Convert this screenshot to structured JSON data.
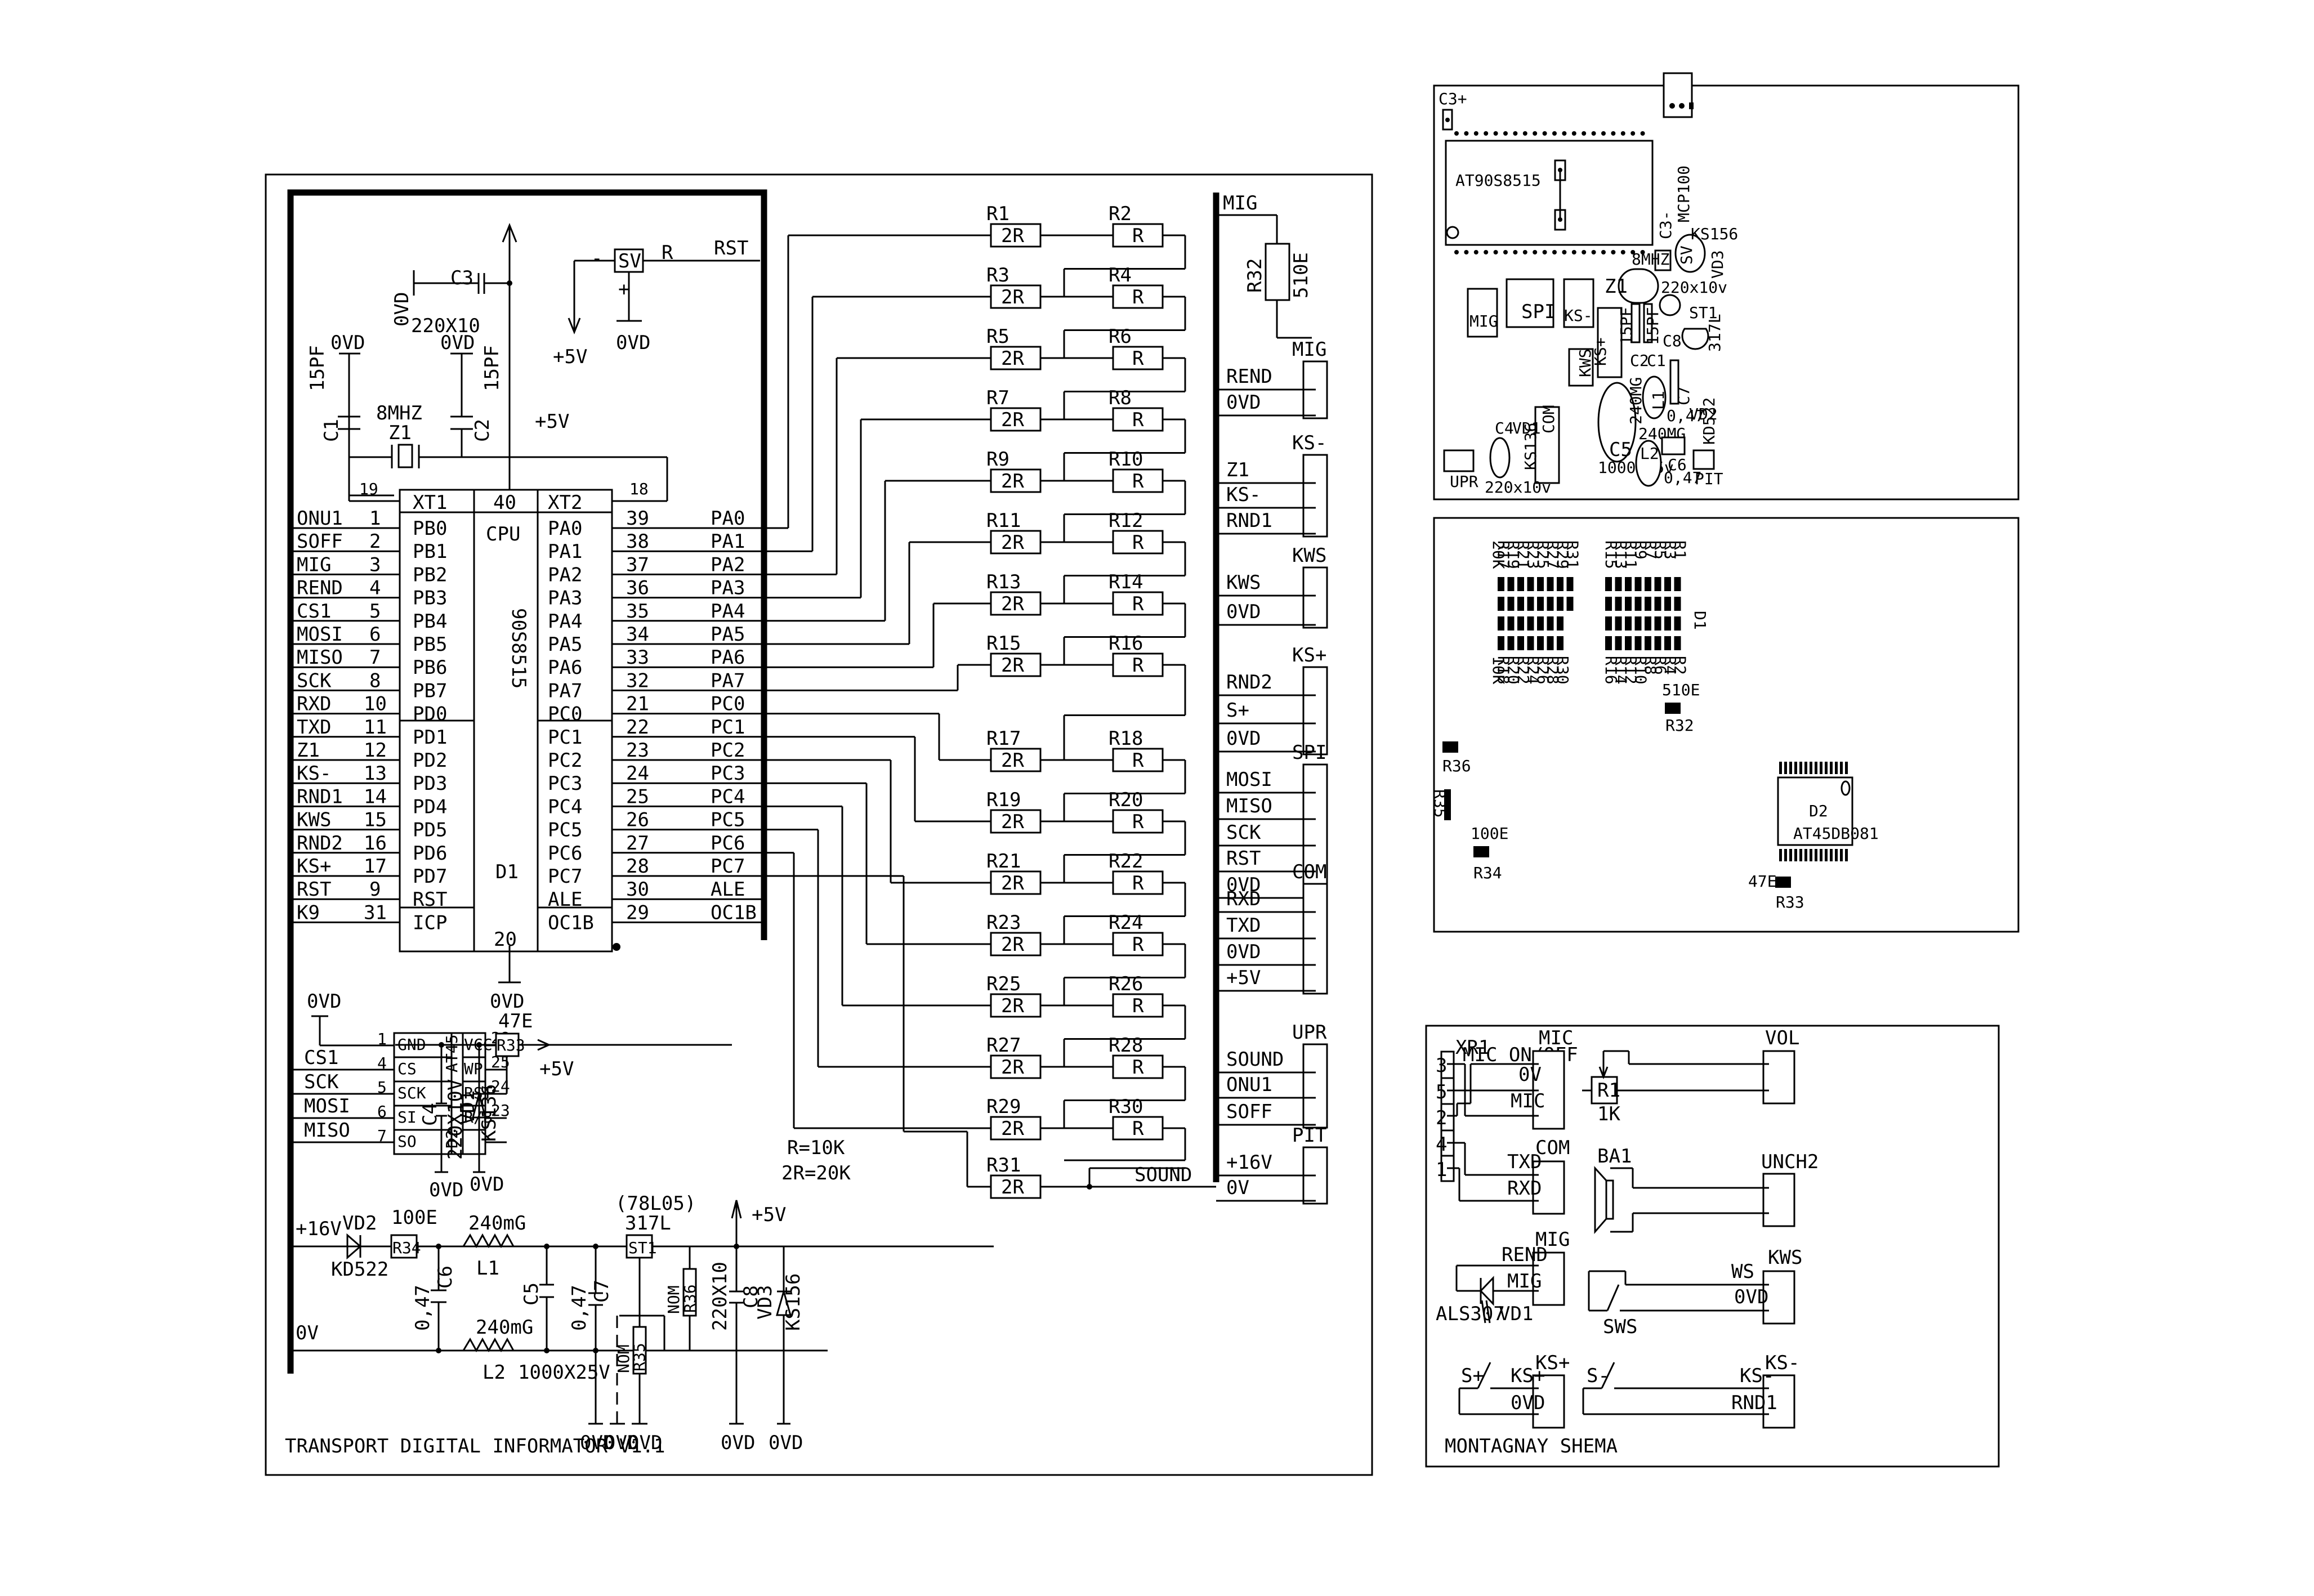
{
  "main": {
    "title": "TRANSPORT DIGITAL INFORMATOR V1.1",
    "cpu": {
      "ref": "D1",
      "label": "CPU",
      "part": "90S8515",
      "top": {
        "xt1": "XT1",
        "vcc_pin": "40",
        "xt2": "XT2",
        "pin19": "19",
        "pin18": "18"
      },
      "gnd_pin": "20",
      "left_pins": [
        {
          "net": "ONU1",
          "num": "1",
          "name": "PB0"
        },
        {
          "net": "SOFF",
          "num": "2",
          "name": "PB1"
        },
        {
          "net": "MIG",
          "num": "3",
          "name": "PB2"
        },
        {
          "net": "REND",
          "num": "4",
          "name": "PB3"
        },
        {
          "net": "CS1",
          "num": "5",
          "name": "PB4"
        },
        {
          "net": "MOSI",
          "num": "6",
          "name": "PB5"
        },
        {
          "net": "MISO",
          "num": "7",
          "name": "PB6"
        },
        {
          "net": "SCK",
          "num": "8",
          "name": "PB7"
        },
        {
          "net": "RXD",
          "num": "10",
          "name": "PD0"
        },
        {
          "net": "TXD",
          "num": "11",
          "name": "PD1"
        },
        {
          "net": "Z1",
          "num": "12",
          "name": "PD2"
        },
        {
          "net": "KS-",
          "num": "13",
          "name": "PD3"
        },
        {
          "net": "RND1",
          "num": "14",
          "name": "PD4"
        },
        {
          "net": "KWS",
          "num": "15",
          "name": "PD5"
        },
        {
          "net": "RND2",
          "num": "16",
          "name": "PD6"
        },
        {
          "net": "KS+",
          "num": "17",
          "name": "PD7"
        },
        {
          "net": "RST",
          "num": "9",
          "name": "RST"
        },
        {
          "net": "K9",
          "num": "31",
          "name": "ICP"
        }
      ],
      "right_pins": [
        {
          "name": "PA0",
          "num": "39",
          "net": "PA0"
        },
        {
          "name": "PA1",
          "num": "38",
          "net": "PA1"
        },
        {
          "name": "PA2",
          "num": "37",
          "net": "PA2"
        },
        {
          "name": "PA3",
          "num": "36",
          "net": "PA3"
        },
        {
          "name": "PA4",
          "num": "35",
          "net": "PA4"
        },
        {
          "name": "PA5",
          "num": "34",
          "net": "PA5"
        },
        {
          "name": "PA6",
          "num": "33",
          "net": "PA6"
        },
        {
          "name": "PA7",
          "num": "32",
          "net": "PA7"
        },
        {
          "name": "PC0",
          "num": "21",
          "net": "PC0"
        },
        {
          "name": "PC1",
          "num": "22",
          "net": "PC1"
        },
        {
          "name": "PC2",
          "num": "23",
          "net": "PC2"
        },
        {
          "name": "PC3",
          "num": "24",
          "net": "PC3"
        },
        {
          "name": "PC4",
          "num": "25",
          "net": "PC4"
        },
        {
          "name": "PC5",
          "num": "26",
          "net": "PC5"
        },
        {
          "name": "PC6",
          "num": "27",
          "net": "PC6"
        },
        {
          "name": "PC7",
          "num": "28",
          "net": "PC7"
        },
        {
          "name": "ALE",
          "num": "30",
          "net": "ALE"
        },
        {
          "name": "OC1B",
          "num": "29",
          "net": "OC1B"
        }
      ]
    },
    "crystal": {
      "ref": "Z1",
      "value": "8MHZ",
      "c1": "C1",
      "c2": "C2",
      "c_value": "15PF",
      "gnd": "0VD",
      "vplus": "+5V"
    },
    "c3": {
      "ref": "C3",
      "value": "220X10",
      "gnd": "0VD"
    },
    "supervisor": {
      "ref": "SV",
      "r_label": "R",
      "minus": "-",
      "plus": "+",
      "net": "RST",
      "gnd": "0VD",
      "vplus": "+5V"
    },
    "ladder": {
      "pairs": [
        {
          "a": "R1",
          "b": "R2"
        },
        {
          "a": "R3",
          "b": "R4"
        },
        {
          "a": "R5",
          "b": "R6"
        },
        {
          "a": "R7",
          "b": "R8"
        },
        {
          "a": "R9",
          "b": "R10"
        },
        {
          "a": "R11",
          "b": "R12"
        },
        {
          "a": "R13",
          "b": "R14"
        },
        {
          "a": "R15",
          "b": "R16"
        },
        {
          "a": "R17",
          "b": "R18"
        },
        {
          "a": "R19",
          "b": "R20"
        },
        {
          "a": "R21",
          "b": "R22"
        },
        {
          "a": "R23",
          "b": "R24"
        },
        {
          "a": "R25",
          "b": "R26"
        },
        {
          "a": "R27",
          "b": "R28"
        },
        {
          "a": "R29",
          "b": "R30"
        }
      ],
      "last": "R31",
      "val_a": "2R",
      "val_b": "R",
      "sound": "SOUND",
      "note1": "R=10K",
      "note2": "2R=20K"
    },
    "r32": {
      "ref": "R32",
      "value": "510E",
      "net": "MIG"
    },
    "connectors": [
      {
        "name": "MIG",
        "pins": [
          "REND",
          "0VD"
        ]
      },
      {
        "name": "KS-",
        "pins": [
          "Z1",
          "KS-",
          "RND1"
        ]
      },
      {
        "name": "KWS",
        "pins": [
          "KWS",
          "0VD"
        ]
      },
      {
        "name": "KS+",
        "pins": [
          "RND2",
          "S+",
          "0VD"
        ]
      },
      {
        "name": "SPI",
        "pins": [
          "MOSI",
          "MISO",
          "SCK",
          "RST",
          "0VD"
        ]
      },
      {
        "name": "COM",
        "pins": [
          "RXD",
          "TXD",
          "0VD",
          "+5V"
        ]
      },
      {
        "name": "UPR",
        "pins": [
          "SOUND",
          "ONU1",
          "SOFF"
        ]
      },
      {
        "name": "PIT",
        "pins": [
          "+16V",
          "0V"
        ]
      }
    ],
    "flash": {
      "ref": "D2",
      "part": "AT45",
      "left": [
        {
          "net": "",
          "num": "1",
          "name": "GND"
        },
        {
          "net": "CS1",
          "num": "4",
          "name": "CS"
        },
        {
          "net": "SCK",
          "num": "5",
          "name": "SCK"
        },
        {
          "net": "MOSI",
          "num": "6",
          "name": "SI"
        },
        {
          "net": "MISO",
          "num": "7",
          "name": "SO"
        }
      ],
      "right": [
        {
          "num": "28",
          "name": "VCC"
        },
        {
          "num": "25",
          "name": "WP"
        },
        {
          "num": "24",
          "name": "RST"
        },
        {
          "num": "23",
          "name": "R/B"
        },
        {
          "num": "",
          "name": ""
        }
      ],
      "gnd": "0VD"
    },
    "c4": {
      "ref": "C4",
      "value": "220X10V",
      "gnd": "0VD"
    },
    "vd1": {
      "ref": "VD1",
      "part": "KS136",
      "gnd": "0VD"
    },
    "r33": {
      "ref": "R33",
      "value": "47E",
      "vplus": "+5V"
    },
    "cpu_gnd": "0VD",
    "power": {
      "in_plus": "+16V",
      "in_zero": "0V",
      "vd2": {
        "ref": "VD2",
        "part": "KD522"
      },
      "r34": {
        "ref": "R34",
        "value": "100E"
      },
      "c6": {
        "ref": "C6",
        "value": "0,47"
      },
      "l1": {
        "ref": "L1",
        "value": "240mG"
      },
      "l2": {
        "ref": "L2",
        "value": "240mG"
      },
      "c5": {
        "ref": "C5",
        "value": "1000X25V"
      },
      "c7": {
        "ref": "C7",
        "value": "0,47"
      },
      "st1": {
        "ref": "ST1",
        "part": "317L",
        "alt": "(78L05)"
      },
      "r35": {
        "ref": "R35",
        "value": "NOM"
      },
      "r36": {
        "ref": "R36",
        "value": "NOM"
      },
      "c8": {
        "ref": "C8",
        "value": "220X10"
      },
      "vd3": {
        "ref": "VD3",
        "part": "KS156"
      },
      "vplus": "+5V",
      "gnds": [
        "0VD",
        "0VD",
        "0VD",
        "0VD",
        "0VD"
      ]
    }
  },
  "pcb_top": {
    "c3plus": "C3+",
    "chip": "AT90S8515",
    "c3minus": "C3-",
    "sv": "SV",
    "mcp": "MCP100",
    "ks156": "KS156",
    "vd3": "VD3",
    "z1": "Z1",
    "mhz": "8MHZ",
    "c8val": "220x10v",
    "mig": "MIG",
    "spi": "SPI",
    "ks_minus": "KS-",
    "ks_plus": "KS+",
    "kws": "KWS",
    "c1": "C1",
    "c2": "C2",
    "pf": "15PF",
    "c8": "C8",
    "st1": "ST1",
    "l317": "317L",
    "com": "COM",
    "c5": "C5",
    "c5val": "1000x25v",
    "l1": "L1",
    "l2": "L2",
    "mg": "240MG",
    "c7": "C7",
    "c6": "C6",
    "c47": "0,47",
    "vd2": "VD2",
    "kd522": "KD522",
    "pit": "PIT",
    "upr": "UPR",
    "c4": "C4",
    "c4val": "220x10v",
    "vd1": "VD1",
    "ks136": "KS136"
  },
  "pcb_bottom": {
    "top_row_left": [
      "R17",
      "R19",
      "R21",
      "R23",
      "R25",
      "R27",
      "R29",
      "R31"
    ],
    "bot_row_left": [
      "R18",
      "R20",
      "R22",
      "R24",
      "R26",
      "R28",
      "R30"
    ],
    "top_row_right": [
      "R15",
      "R13",
      "R11",
      "R9",
      "R7",
      "R5",
      "R3",
      "R1"
    ],
    "bot_row_right": [
      "R16",
      "R14",
      "R12",
      "R10",
      "R8",
      "R6",
      "R4",
      "R2"
    ],
    "v20k": "20K",
    "v10k": "10K",
    "d1": "D1",
    "r32": "R32",
    "r32val": "510E",
    "r36": "R36",
    "r35": "R35",
    "r34": "R34",
    "r34val": "100E",
    "r33": "R33",
    "r33val": "47E",
    "d2": "D2",
    "d2part": "AT45DB081"
  },
  "wiring": {
    "title": "MONTAGNAY SHEMA",
    "xr1": "XR1",
    "xr1_pins": [
      "3",
      "5",
      "2",
      "4",
      "1"
    ],
    "mic_onoff": "MIC ON/OFF",
    "mic": {
      "name": "MIC",
      "pins": [
        "0V",
        "MIC"
      ]
    },
    "com": {
      "name": "COM",
      "pins": [
        "TXD",
        "RXD"
      ]
    },
    "vol": {
      "name": "VOL",
      "r": "R1",
      "val": "1K"
    },
    "ba1": "BA1",
    "unch2": "UNCH2",
    "mig": {
      "name": "MIG",
      "pins": [
        "REND",
        "MIG"
      ],
      "led": "ALS307",
      "vd": "VD1"
    },
    "kws": {
      "name": "KWS",
      "pins": [
        "WS",
        "0VD"
      ],
      "sw": "SWS"
    },
    "ksplus": {
      "name": "KS+",
      "sw": "S+",
      "pins": [
        "KS+",
        "0VD"
      ]
    },
    "ksminus": {
      "name": "KS-",
      "sw": "S-",
      "pins": [
        "KS-",
        "RND1"
      ]
    }
  }
}
